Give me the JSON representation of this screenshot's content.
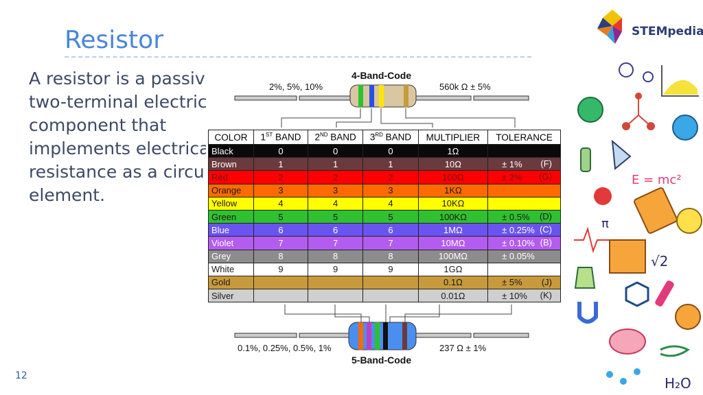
{
  "slide": {
    "title": "Resistor",
    "body": [
      "A resistor is a passive",
      "two-terminal electrical",
      "component that",
      "implements electrical",
      "resistance as a circuit",
      "element."
    ],
    "page_number": "12"
  },
  "logo": {
    "text": "STEMpedia"
  },
  "figure": {
    "four_band_title": "4-Band-Code",
    "four_band_left": "2%, 5%, 10%",
    "four_band_right": "560k Ω   ± 5%",
    "five_band_title": "5-Band-Code",
    "five_band_left": "0.1%, 0.25%, 0.5%, 1%",
    "five_band_right": "237 Ω   ± 1%"
  },
  "table": {
    "headers": [
      "COLOR",
      "1ST BAND",
      "2ND BAND",
      "3RD BAND",
      "MULTIPLIER",
      "TOLERANCE"
    ],
    "rows": [
      {
        "name": "Black",
        "b1": "0",
        "b2": "0",
        "b3": "0",
        "mult": "1Ω",
        "tol": "",
        "letter": "",
        "bg": "#0a0a0a",
        "fg": "#ffffff"
      },
      {
        "name": "Brown",
        "b1": "1",
        "b2": "1",
        "b3": "1",
        "mult": "10Ω",
        "tol": "± 1%",
        "letter": "(F)",
        "bg": "#6b3a3e",
        "fg": "#ffffff"
      },
      {
        "name": "Red",
        "b1": "2",
        "b2": "2",
        "b3": "2",
        "mult": "100Ω",
        "tol": "± 2%",
        "letter": "(G)",
        "bg": "#ff0000",
        "fg": "#7a1010"
      },
      {
        "name": "Orange",
        "b1": "3",
        "b2": "3",
        "b3": "3",
        "mult": "1KΩ",
        "tol": "",
        "letter": "",
        "bg": "#ff6a00",
        "fg": "#1a1a1a"
      },
      {
        "name": "Yellow",
        "b1": "4",
        "b2": "4",
        "b3": "4",
        "mult": "10KΩ",
        "tol": "",
        "letter": "",
        "bg": "#ffff00",
        "fg": "#1a1a1a"
      },
      {
        "name": "Green",
        "b1": "5",
        "b2": "5",
        "b3": "5",
        "mult": "100KΩ",
        "tol": "± 0.5%",
        "letter": "(D)",
        "bg": "#2fc12f",
        "fg": "#1a1a1a"
      },
      {
        "name": "Blue",
        "b1": "6",
        "b2": "6",
        "b3": "6",
        "mult": "1MΩ",
        "tol": "± 0.25%",
        "letter": "(C)",
        "bg": "#6a54f0",
        "fg": "#ffffff"
      },
      {
        "name": "Violet",
        "b1": "7",
        "b2": "7",
        "b3": "7",
        "mult": "10MΩ",
        "tol": "± 0.10%",
        "letter": "(B)",
        "bg": "#b35cf0",
        "fg": "#ffffff"
      },
      {
        "name": "Grey",
        "b1": "8",
        "b2": "8",
        "b3": "8",
        "mult": "100MΩ",
        "tol": "± 0.05%",
        "letter": "",
        "bg": "#8c8c8c",
        "fg": "#ffffff"
      },
      {
        "name": "White",
        "b1": "9",
        "b2": "9",
        "b3": "9",
        "mult": "1GΩ",
        "tol": "",
        "letter": "",
        "bg": "#ffffff",
        "fg": "#1a1a1a"
      },
      {
        "name": "Gold",
        "b1": "",
        "b2": "",
        "b3": "",
        "mult": "0.1Ω",
        "tol": "± 5%",
        "letter": "(J)",
        "bg": "#c89a3c",
        "fg": "#1a1a1a"
      },
      {
        "name": "Silver",
        "b1": "",
        "b2": "",
        "b3": "",
        "mult": "0.01Ω",
        "tol": "± 10%",
        "letter": "(K)",
        "bg": "#cfcfcf",
        "fg": "#1a1a1a"
      }
    ]
  },
  "colors": {
    "title": "#4a86d8",
    "body": "#3c4a64",
    "page_number": "#2e5aa8"
  },
  "icons": [
    "microbe-icon",
    "chart-icon",
    "globe-icon",
    "molecule-icon",
    "rocket-icon",
    "plant-icon",
    "emc2-icon",
    "apple-icon",
    "pi-icon",
    "book-icon",
    "lightbulb-icon",
    "heartbeat-icon",
    "abacus-icon",
    "sqrt-icon",
    "flask-icon",
    "magnet-icon",
    "hexagon-molecule-icon",
    "brain-icon",
    "dna-icon",
    "planet-icon",
    "h2o-icon"
  ]
}
